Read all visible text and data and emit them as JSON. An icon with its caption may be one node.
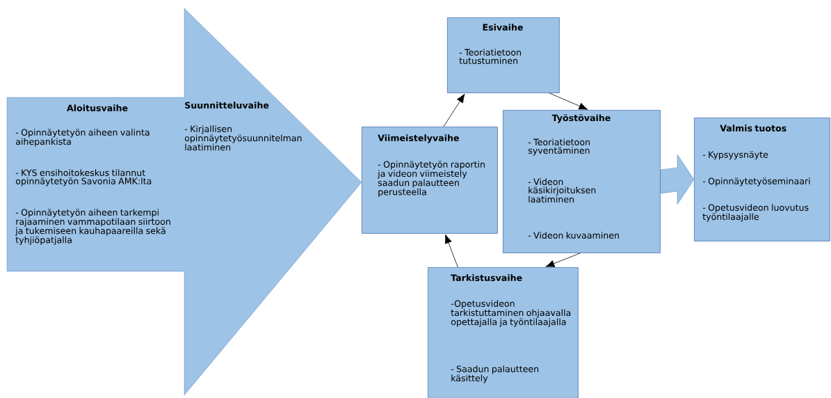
{
  "diagram": {
    "nodes": [
      {
        "text": [
          "Aloitusvaihe",
          "- Opinnäytetyön aiheen valinta aihepankista",
          "- KYS ensihoitokeskus tilannut opinnäytetyön Savonia AMK:lta",
          "- Opinnäytetyön aiheen tarkempi rajaaminen vammapotilaan siirtoon ja tukemiseen kauhapaareilla sekä tyhjiöpatjalla",
          "Suunnitteluvaihe",
          "- Kirjallisen opinnäytetyösuunnitelman laatiminen"
        ]
      },
      {
        "text": [
          "Esivaihe",
          "- Teoriatietoon tutustuminen"
        ]
      },
      {
        "text": [
          "Viimeistelyvaihe",
          "- Opinnäytetyön raportin ja videon viimeistely saadun palautteen perusteella"
        ]
      },
      {
        "text": [
          "Työstövaihe",
          "- Teoriatietoon syventäminen",
          "- Videon käsikirjoituksen laatiminen",
          "- Videon kuvaaminen"
        ]
      },
      {
        "text": [
          "Tarkistusvaihe",
          "-Opetusvideon tarkistuttaminen ohjaavalla opettajalla ja työntilaajalla",
          "- Saadun palautteen käsittely"
        ]
      },
      {
        "text": [
          "Valmis tuotos",
          "- Kypsyysnäyte",
          "- Opinnäytetyöseminaari",
          "- Opetusvideon luovutus työntilaajalle"
        ]
      }
    ],
    "edges": [
      {
        "from": 2,
        "to": 1,
        "arrow": "to"
      },
      {
        "from": 1,
        "to": 3,
        "arrow": "to"
      },
      {
        "from": 3,
        "to": 4,
        "arrow": "to"
      },
      {
        "from": 4,
        "to": 2,
        "arrow": "to"
      },
      {
        "from": 3,
        "to": 5,
        "arrow": "to",
        "style": "thick"
      }
    ]
  }
}
